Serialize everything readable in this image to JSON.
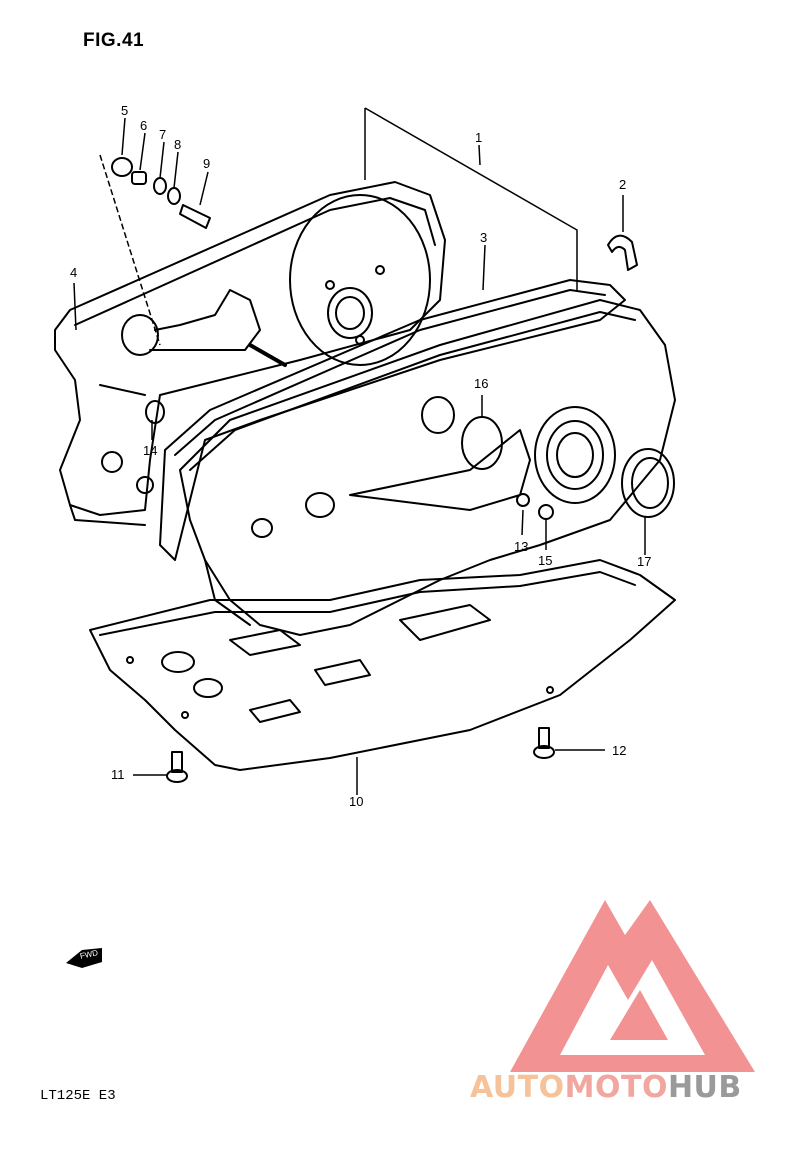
{
  "figure": {
    "title": "FIG.41",
    "model": "LT125E E3"
  },
  "fwd_label": "FWD",
  "callouts": {
    "c1": "1",
    "c2": "2",
    "c3": "3",
    "c4": "4",
    "c5": "5",
    "c6": "6",
    "c7": "7",
    "c8": "8",
    "c9": "9",
    "c10": "10",
    "c11": "11",
    "c12": "12",
    "c13": "13",
    "c14": "14",
    "c15": "15",
    "c16": "16",
    "c17": "17"
  },
  "watermark": {
    "part1": "AUTO",
    "part2": "MOTO",
    "part3": "HUB",
    "colors": {
      "auto": "#f6c29a",
      "moto": "#f2a6a0",
      "hub": "#9a9a9a",
      "triangle": "#f08080"
    }
  }
}
